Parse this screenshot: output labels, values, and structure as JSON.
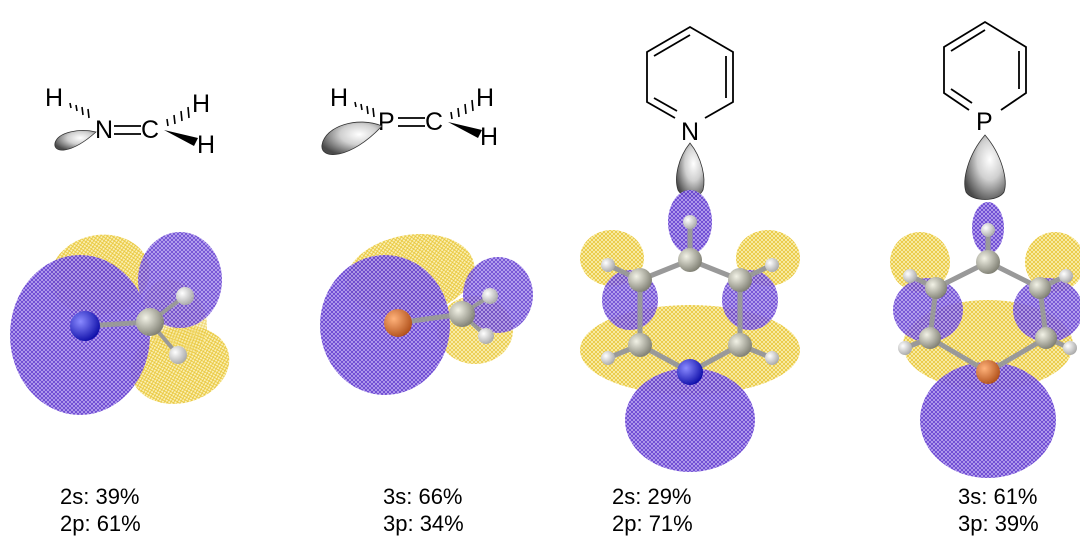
{
  "panels": [
    {
      "molecule": "methanimine",
      "atoms": {
        "h_left": "H",
        "heteroatom": "N",
        "carbon": "C",
        "h_top": "H",
        "h_bottom": "H"
      },
      "composition": [
        "2s: 39%",
        "2p: 61%"
      ]
    },
    {
      "molecule": "phosphaalkene",
      "atoms": {
        "h_left": "H",
        "heteroatom": "P",
        "carbon": "C",
        "h_top": "H",
        "h_bottom": "H"
      },
      "composition": [
        "3s: 66%",
        "3p: 34%"
      ]
    },
    {
      "molecule": "pyridine",
      "atoms": {
        "heteroatom": "N"
      },
      "composition": [
        "2s: 29%",
        "2p: 71%"
      ]
    },
    {
      "molecule": "phosphinine",
      "atoms": {
        "heteroatom": "P"
      },
      "composition": [
        "3s: 61%",
        "3p: 39%"
      ]
    }
  ],
  "colors": {
    "lobe_positive": "#f2d23a",
    "lobe_negative": "#6a3fd8",
    "nitrogen_atom": "#1d1de0",
    "phosphorus_atom": "#d9732a",
    "carbon_atom": "#b8b8a8",
    "hydrogen_atom": "#f0f0f0"
  }
}
